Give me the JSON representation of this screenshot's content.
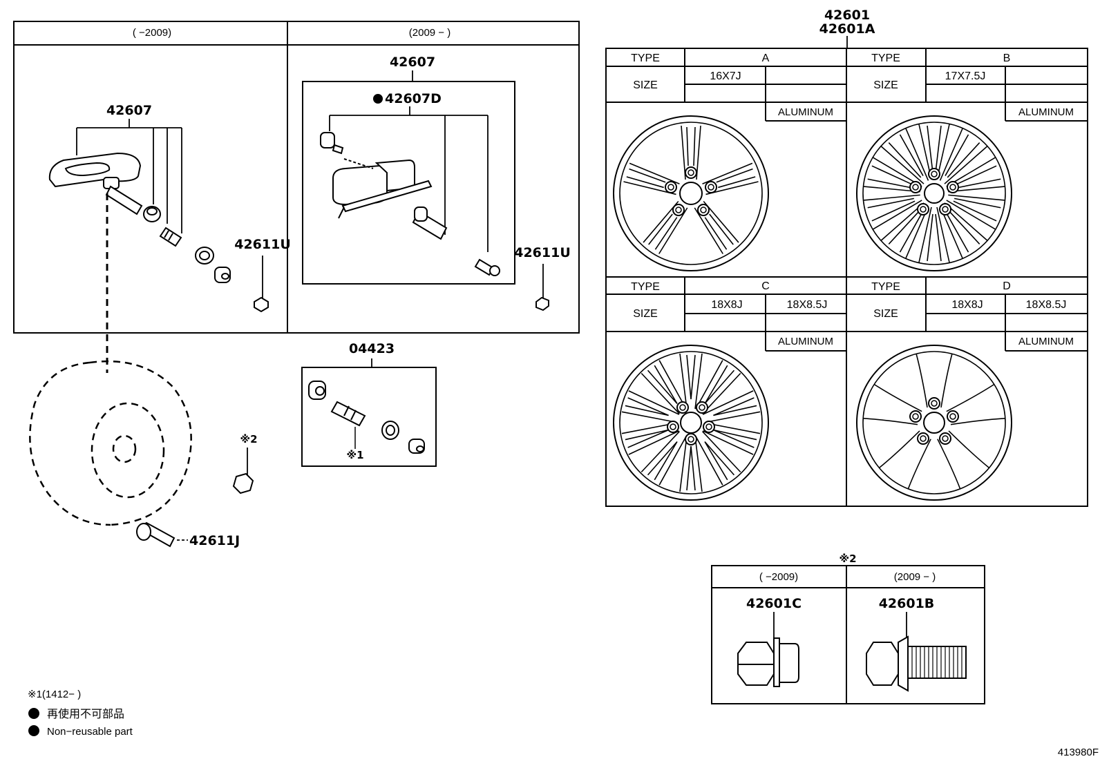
{
  "tpms_box": {
    "left_header": "(      −2009)",
    "right_header": "(2009 −      )",
    "left_part": "42607",
    "right_part": "42607",
    "right_sub_part": "42607D",
    "valve_nut_left": "42611U",
    "valve_nut_right": "42611U"
  },
  "wheel_table": {
    "top_parts_line1": "42601",
    "top_parts_line2": "42601A",
    "cells": [
      {
        "type_label": "TYPE",
        "type_value": "A",
        "size_label": "SIZE",
        "sizes": [
          "16X7J",
          ""
        ],
        "material": "ALUMINUM"
      },
      {
        "type_label": "TYPE",
        "type_value": "B",
        "size_label": "SIZE",
        "sizes": [
          "17X7.5J",
          ""
        ],
        "material": "ALUMINUM"
      },
      {
        "type_label": "TYPE",
        "type_value": "C",
        "size_label": "SIZE",
        "sizes": [
          "18X8J",
          "18X8.5J"
        ],
        "material": "ALUMINUM"
      },
      {
        "type_label": "TYPE",
        "type_value": "D",
        "size_label": "SIZE",
        "sizes": [
          "18X8J",
          "18X8.5J"
        ],
        "material": "ALUMINUM"
      }
    ]
  },
  "kit": {
    "part": "04423",
    "note_mark": "※1"
  },
  "lug": {
    "note_mark": "※2"
  },
  "valve_stem": {
    "part": "42611J"
  },
  "nut_table": {
    "title": "※2",
    "left_header": "(      −2009)",
    "right_header": "(2009 −      )",
    "left_part": "42601C",
    "right_part": "42601B"
  },
  "legend": {
    "note1": "※1(1412−      )",
    "jp": "再使用不可部品",
    "en": "Non−reusable part"
  },
  "diagram_code": "413980F"
}
